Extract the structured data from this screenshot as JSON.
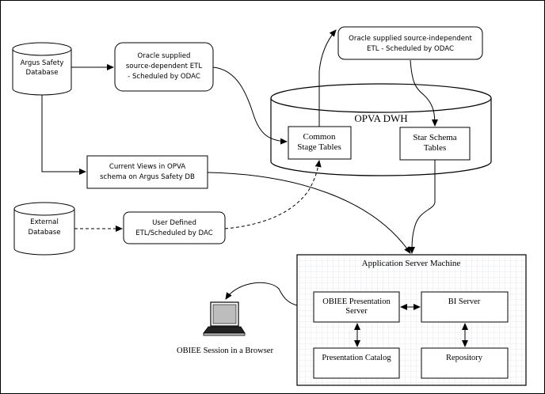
{
  "diagram": {
    "nodes": {
      "argus_db": {
        "lines": [
          "Argus Safety",
          "Database"
        ]
      },
      "external_db": {
        "lines": [
          "External",
          "Database"
        ]
      },
      "source_dependent_etl": {
        "lines": [
          "Oracle supplied",
          "source-dependent ETL",
          "- Scheduled by ODAC"
        ]
      },
      "source_independent_etl": {
        "lines": [
          "Oracle supplied source-independent",
          "ETL - Scheduled by ODAC"
        ]
      },
      "current_views": {
        "lines": [
          "Current Views in OPVA",
          "schema on Argus Safety DB"
        ]
      },
      "user_defined_etl": {
        "lines": [
          "User Defined",
          "ETL/Scheduled by DAC"
        ]
      },
      "opva_dwh": {
        "label": "OPVA DWH"
      },
      "common_stage": {
        "lines": [
          "Common",
          "Stage Tables"
        ]
      },
      "star_schema": {
        "lines": [
          "Star Schema",
          "Tables"
        ]
      },
      "app_server": {
        "label": "Application Server Machine"
      },
      "obiee_presentation_server": {
        "lines": [
          "OBIEE Presentation",
          "Server"
        ]
      },
      "bi_server": {
        "lines": [
          "BI Server"
        ]
      },
      "presentation_catalog": {
        "lines": [
          "Presentation Catalog"
        ]
      },
      "repository": {
        "lines": [
          "Repository"
        ]
      },
      "browser": {
        "label": "OBIEE Session in a Browser",
        "icon": "laptop-icon"
      }
    },
    "edges": [
      {
        "from": "argus_db",
        "to": "source_dependent_etl",
        "style": "solid"
      },
      {
        "from": "argus_db",
        "to": "current_views",
        "style": "solid"
      },
      {
        "from": "source_dependent_etl",
        "to": "common_stage",
        "style": "solid"
      },
      {
        "from": "common_stage",
        "to": "source_independent_etl",
        "style": "solid"
      },
      {
        "from": "source_independent_etl",
        "to": "star_schema",
        "style": "solid"
      },
      {
        "from": "external_db",
        "to": "user_defined_etl",
        "style": "dashed"
      },
      {
        "from": "user_defined_etl",
        "to": "common_stage",
        "style": "dashed"
      },
      {
        "from": "current_views",
        "to": "app_server",
        "style": "solid"
      },
      {
        "from": "star_schema",
        "to": "app_server",
        "style": "solid"
      },
      {
        "from": "app_server",
        "to": "browser",
        "style": "solid"
      },
      {
        "from": "obiee_presentation_server",
        "to": "bi_server",
        "style": "bidirectional"
      },
      {
        "from": "obiee_presentation_server",
        "to": "presentation_catalog",
        "style": "bidirectional"
      },
      {
        "from": "bi_server",
        "to": "repository",
        "style": "bidirectional"
      }
    ],
    "colors": {
      "stroke": "#000000",
      "grid": "#dde3ea",
      "laptop_screen": "#bdbdbd"
    }
  }
}
